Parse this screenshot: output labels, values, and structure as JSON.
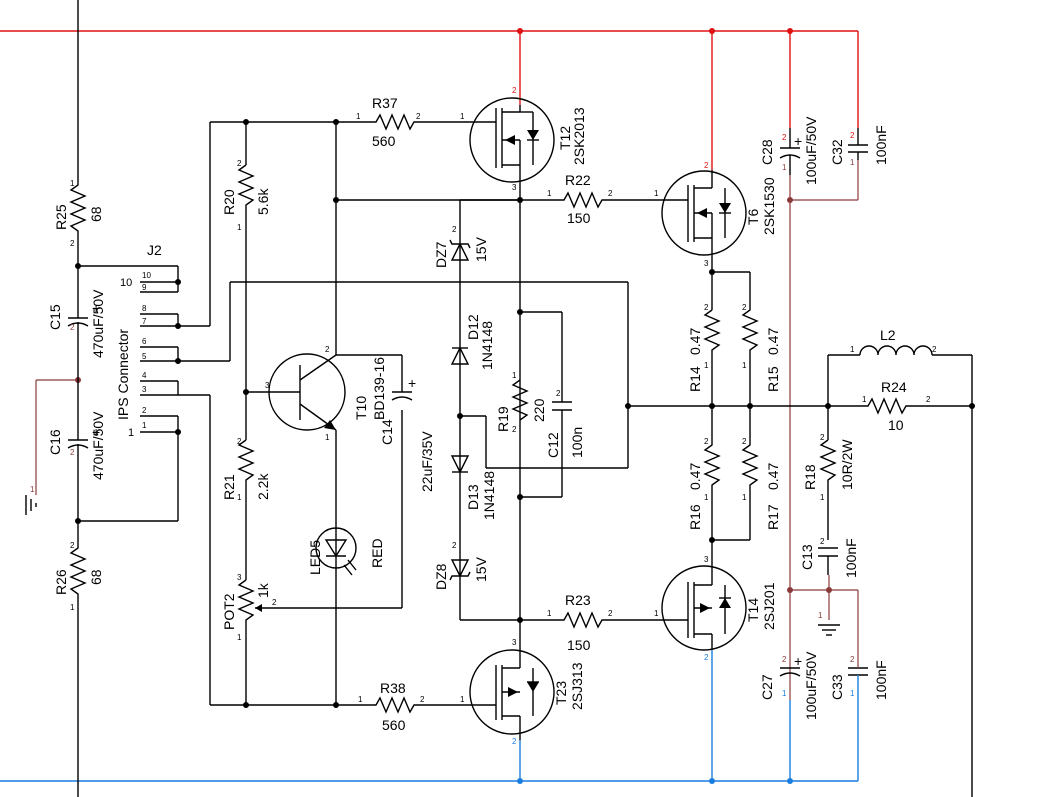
{
  "labels": {
    "r37_ref": "R37",
    "r37_val": "560",
    "r38_ref": "R38",
    "r38_val": "560",
    "r22_ref": "R22",
    "r22_val": "150",
    "r23_ref": "R23",
    "r23_val": "150",
    "r25_ref": "R25",
    "r25_val": "68",
    "r26_ref": "R26",
    "r26_val": "68",
    "r20_ref": "R20",
    "r20_val": "5.6k",
    "r21_ref": "R21",
    "r21_val": "2.2k",
    "r19_ref": "R19",
    "r19_val": "220",
    "r14_ref": "R14",
    "r14_val": "0.47",
    "r15_ref": "R15",
    "r15_val": "0.47",
    "r16_ref": "R16",
    "r16_val": "0.47",
    "r17_ref": "R17",
    "r17_val": "0.47",
    "r18_ref": "R18",
    "r18_val": "10R/2W",
    "r24_ref": "R24",
    "r24_val": "10",
    "l2_ref": "L2",
    "c15_ref": "C15",
    "c15_val": "470uF/50V",
    "c16_ref": "C16",
    "c16_val": "470uF/50V",
    "c14_ref": "C14",
    "c14_val": "22uF/35V",
    "c12_ref": "C12",
    "c12_val": "100n",
    "c28_ref": "C28",
    "c28_val": "100uF/50V",
    "c32_ref": "C32",
    "c32_val": "100nF",
    "c27_ref": "C27",
    "c27_val": "100uF/50V",
    "c33_ref": "C33",
    "c33_val": "100nF",
    "c13_ref": "C13",
    "c13_val": "100nF",
    "t12_ref": "T12",
    "t12_val": "2SK2013",
    "t23_ref": "T23",
    "t23_val": "2SJ313",
    "t6_ref": "T6",
    "t6_val": "2SK1530",
    "t14_ref": "T14",
    "t14_val": "2SJ201",
    "t10_ref": "T10",
    "t10_val": "BD139-16",
    "dz7_ref": "DZ7",
    "dz7_val": "15V",
    "dz8_ref": "DZ8",
    "dz8_val": "15V",
    "d12_ref": "D12",
    "d12_val": "1N4148",
    "d13_ref": "D13",
    "d13_val": "1N4148",
    "led5_ref": "LED5",
    "led5_val": "RED",
    "pot2_ref": "POT2",
    "pot2_val": "1k",
    "j2_ref": "J2",
    "j2_desc": "IPS Connector",
    "j2_pins": [
      "10",
      "9",
      "8",
      "7",
      "6",
      "5",
      "4",
      "3",
      "2",
      "1"
    ],
    "plus": "+"
  },
  "colors": {
    "positive_rail": "#e01010",
    "negative_rail": "#1a7de0",
    "ground_net": "#8b3a3a",
    "wire": "#000000"
  }
}
